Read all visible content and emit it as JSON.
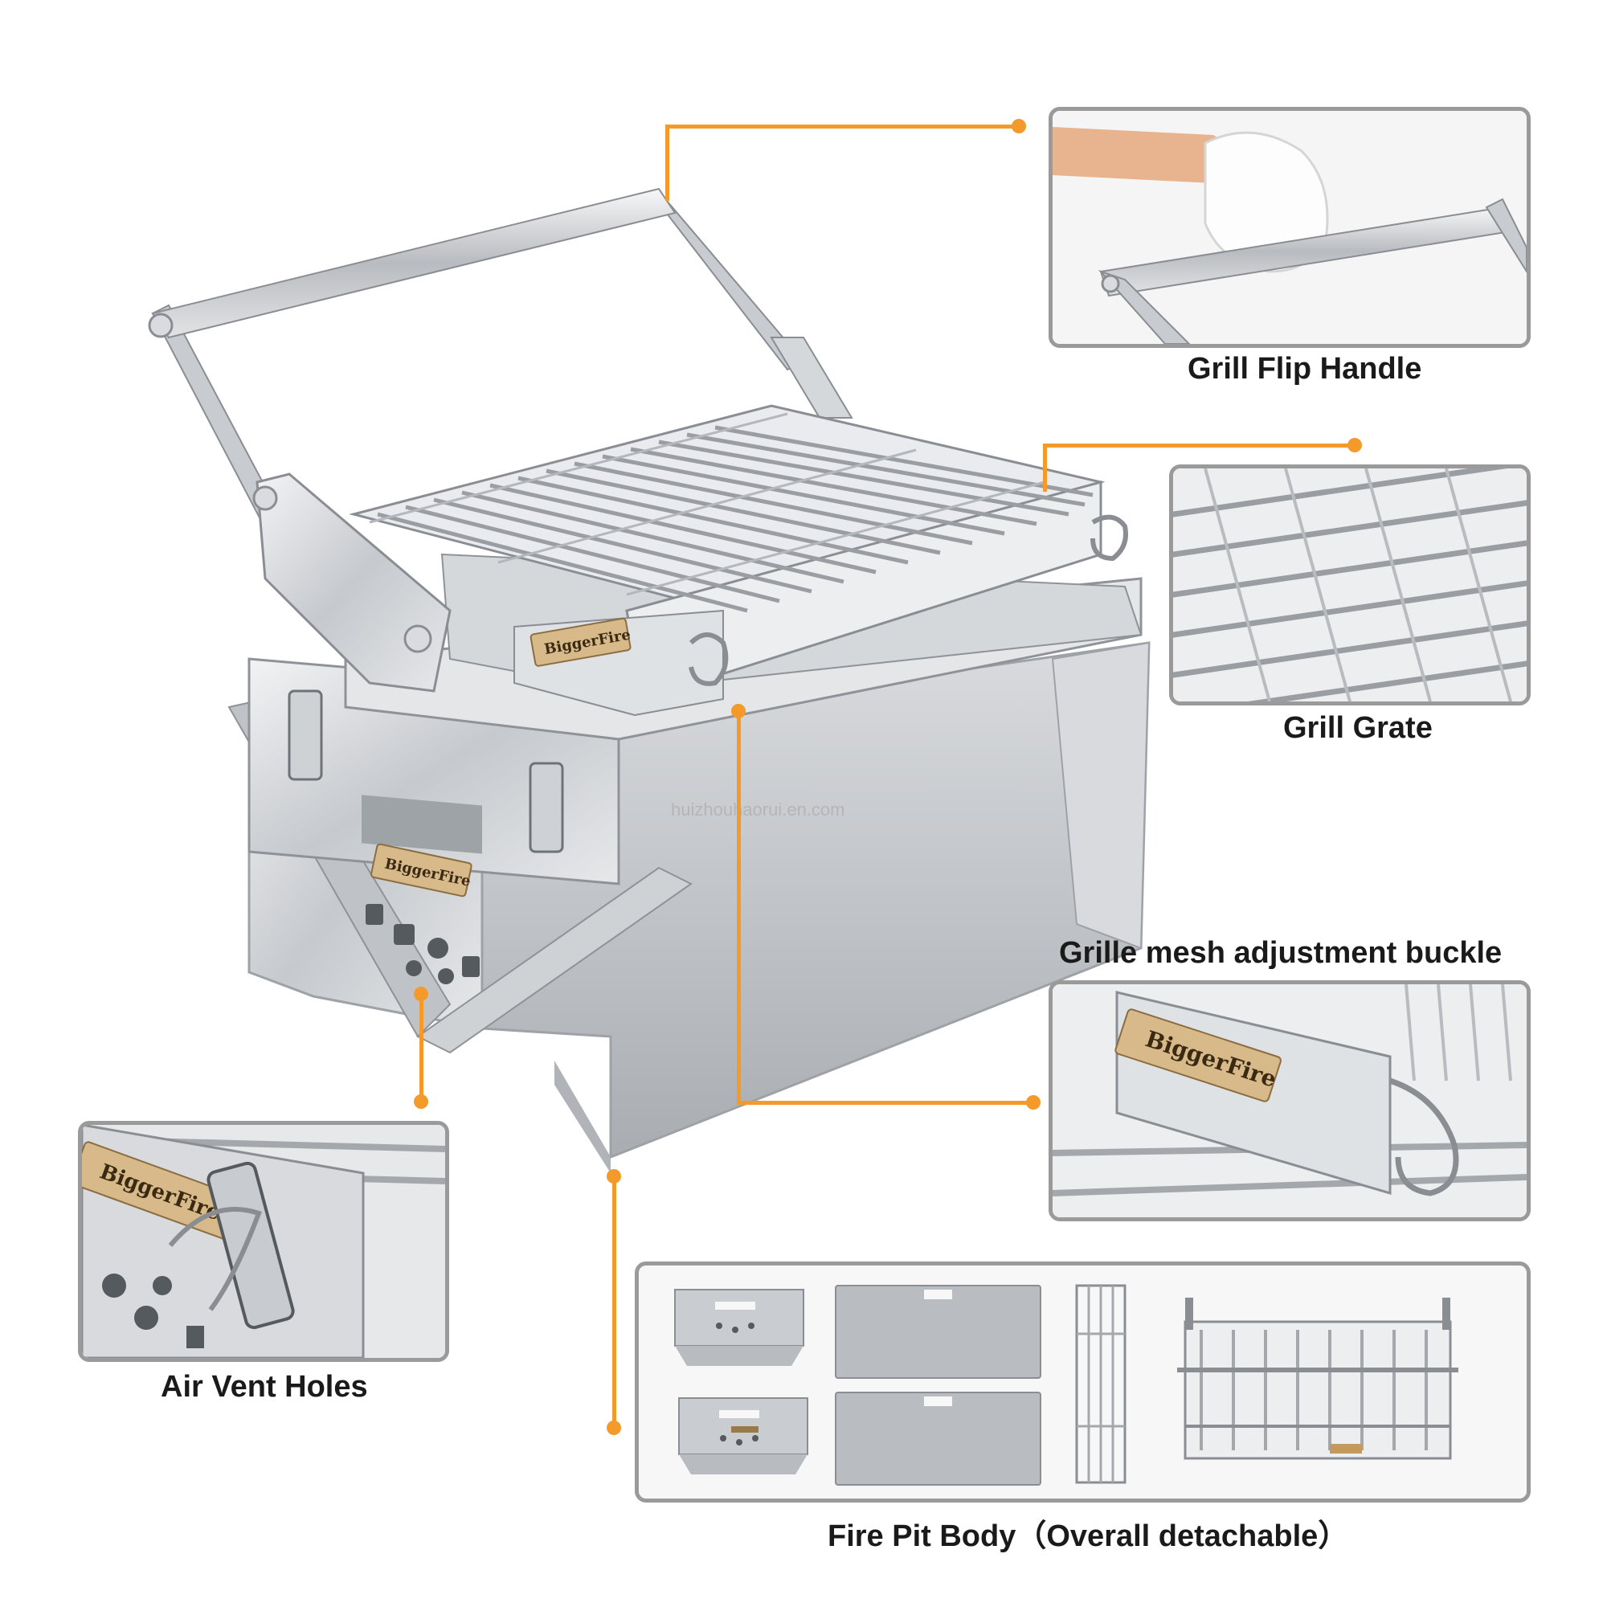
{
  "labels": {
    "grill_flip_handle": "Grill Flip Handle",
    "grill_grate": "Grill Grate",
    "adjustment_buckle": "Grille mesh adjustment buckle",
    "air_vent_holes": "Air Vent Holes",
    "fire_pit_body": "Fire Pit Body（Overall detachable）"
  },
  "brand_plate": "BiggerFire",
  "watermark": "huizhouhaorui.en.com",
  "colors": {
    "accent": "#f39a2b",
    "panel_border": "#9a9a9a",
    "steel": "#c9ccd0",
    "brass": "#d8b98a"
  }
}
